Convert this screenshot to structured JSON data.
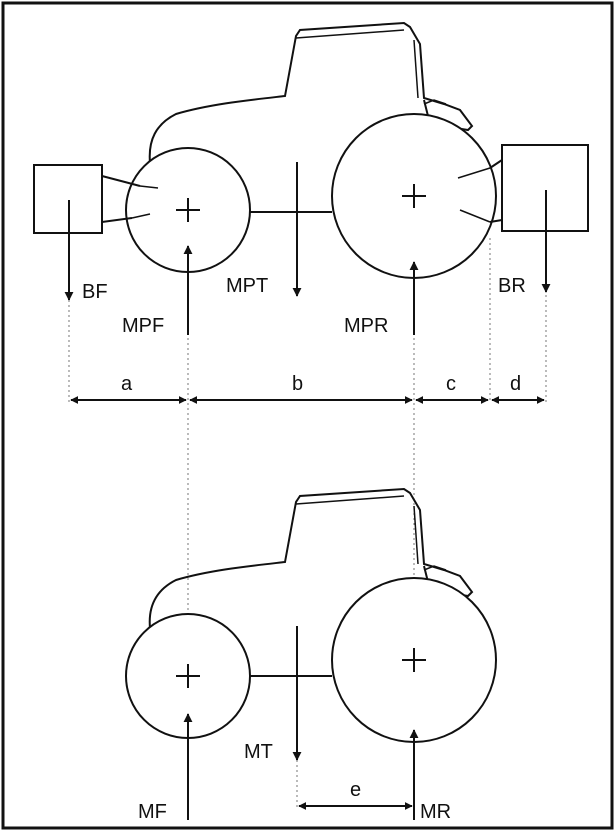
{
  "labels": {
    "BF": "BF",
    "MPF": "MPF",
    "MPT": "MPT",
    "MPR": "MPR",
    "BR": "BR",
    "a": "a",
    "b": "b",
    "c": "c",
    "d": "d",
    "MF": "MF",
    "MT": "MT",
    "MR": "MR",
    "e": "e"
  }
}
